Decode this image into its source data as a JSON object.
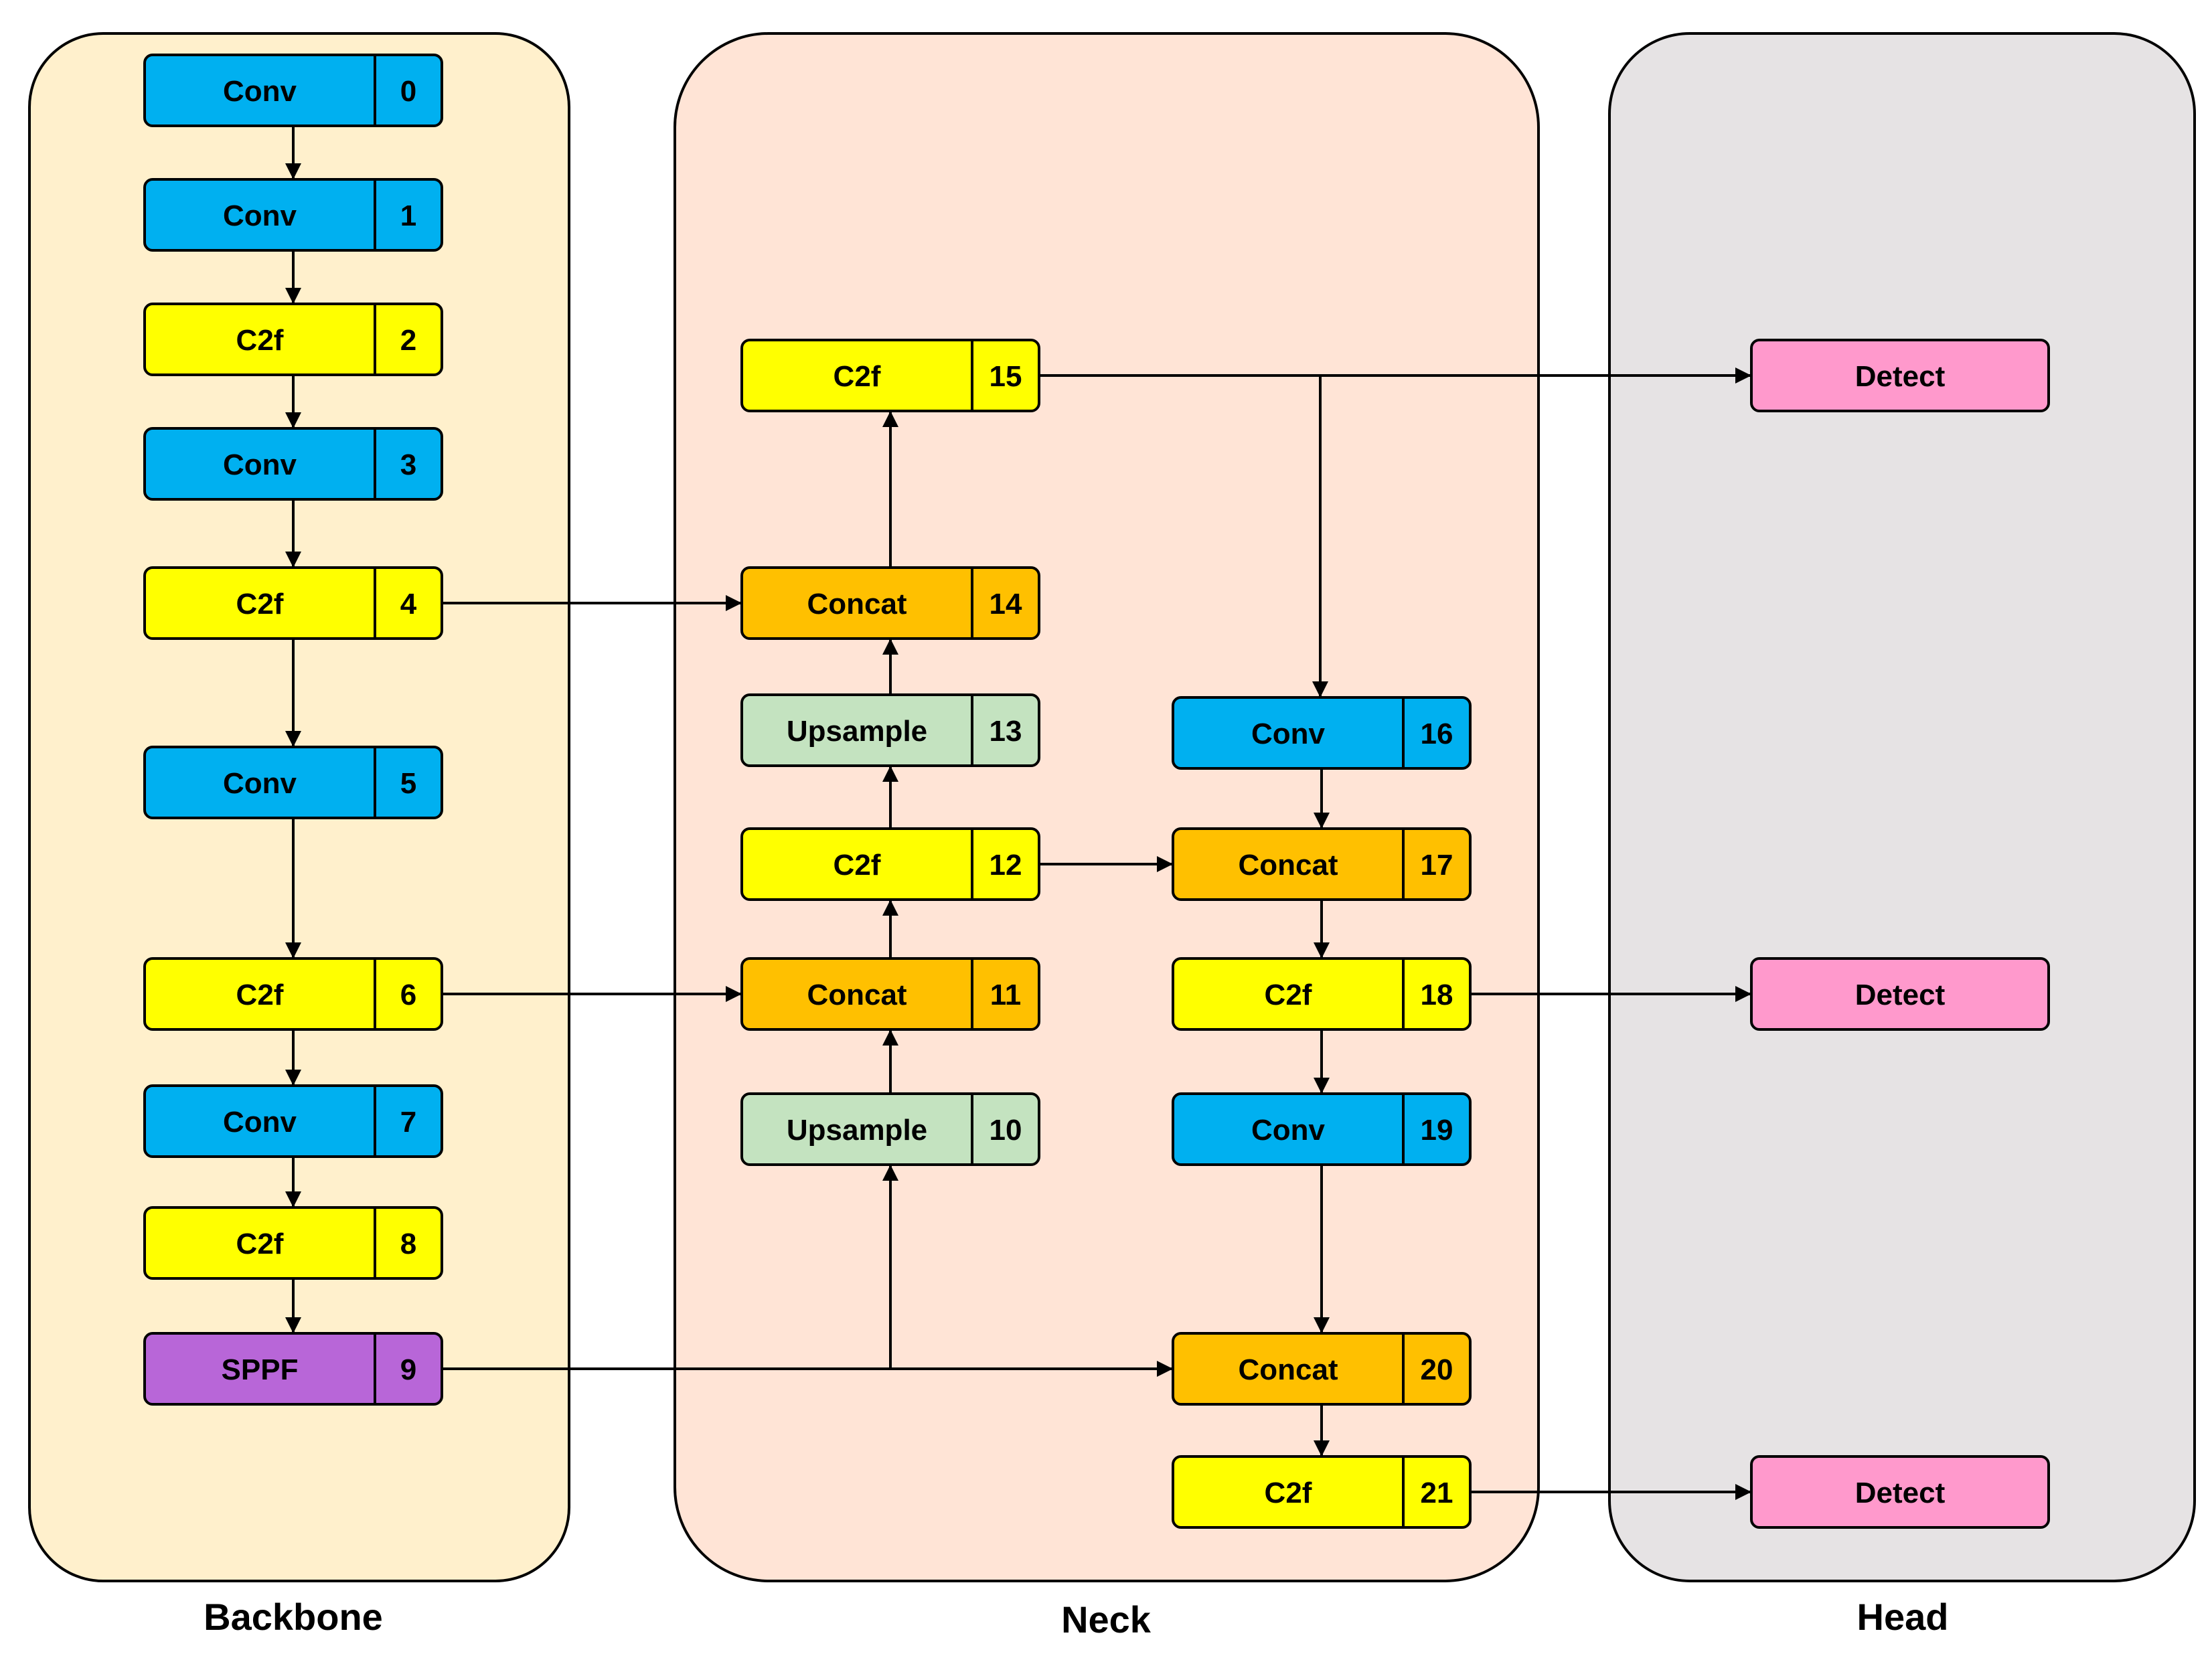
{
  "sections": {
    "backbone": {
      "title": "Backbone",
      "color": "#FFF0CC"
    },
    "neck": {
      "title": "Neck",
      "color": "#FFE4D6"
    },
    "head": {
      "title": "Head",
      "color": "#E6E3E4"
    }
  },
  "type_colors": {
    "Conv": "#00B0F0",
    "C2f": "#FFFF00",
    "SPPF": "#B866D8",
    "Concat": "#FFC000",
    "Upsample": "#C4E3C0",
    "Detect": "#FF99CC"
  },
  "nodes": [
    {
      "id": "0",
      "label": "Conv",
      "index": "0",
      "type": "Conv"
    },
    {
      "id": "1",
      "label": "Conv",
      "index": "1",
      "type": "Conv"
    },
    {
      "id": "2",
      "label": "C2f",
      "index": "2",
      "type": "C2f"
    },
    {
      "id": "3",
      "label": "Conv",
      "index": "3",
      "type": "Conv"
    },
    {
      "id": "4",
      "label": "C2f",
      "index": "4",
      "type": "C2f"
    },
    {
      "id": "5",
      "label": "Conv",
      "index": "5",
      "type": "Conv"
    },
    {
      "id": "6",
      "label": "C2f",
      "index": "6",
      "type": "C2f"
    },
    {
      "id": "7",
      "label": "Conv",
      "index": "7",
      "type": "Conv"
    },
    {
      "id": "8",
      "label": "C2f",
      "index": "8",
      "type": "C2f"
    },
    {
      "id": "9",
      "label": "SPPF",
      "index": "9",
      "type": "SPPF"
    },
    {
      "id": "10",
      "label": "Upsample",
      "index": "10",
      "type": "Upsample"
    },
    {
      "id": "11",
      "label": "Concat",
      "index": "11",
      "type": "Concat"
    },
    {
      "id": "12",
      "label": "C2f",
      "index": "12",
      "type": "C2f"
    },
    {
      "id": "13",
      "label": "Upsample",
      "index": "13",
      "type": "Upsample"
    },
    {
      "id": "14",
      "label": "Concat",
      "index": "14",
      "type": "Concat"
    },
    {
      "id": "15",
      "label": "C2f",
      "index": "15",
      "type": "C2f"
    },
    {
      "id": "16",
      "label": "Conv",
      "index": "16",
      "type": "Conv"
    },
    {
      "id": "17",
      "label": "Concat",
      "index": "17",
      "type": "Concat"
    },
    {
      "id": "18",
      "label": "C2f",
      "index": "18",
      "type": "C2f"
    },
    {
      "id": "19",
      "label": "Conv",
      "index": "19",
      "type": "Conv"
    },
    {
      "id": "20",
      "label": "Concat",
      "index": "20",
      "type": "Concat"
    },
    {
      "id": "21",
      "label": "C2f",
      "index": "21",
      "type": "C2f"
    },
    {
      "id": "d1",
      "label": "Detect",
      "index": "",
      "type": "Detect"
    },
    {
      "id": "d2",
      "label": "Detect",
      "index": "",
      "type": "Detect"
    },
    {
      "id": "d3",
      "label": "Detect",
      "index": "",
      "type": "Detect"
    }
  ],
  "edges": [
    {
      "from": "0",
      "to": "1"
    },
    {
      "from": "1",
      "to": "2"
    },
    {
      "from": "2",
      "to": "3"
    },
    {
      "from": "3",
      "to": "4"
    },
    {
      "from": "4",
      "to": "5"
    },
    {
      "from": "5",
      "to": "6"
    },
    {
      "from": "6",
      "to": "7"
    },
    {
      "from": "7",
      "to": "8"
    },
    {
      "from": "8",
      "to": "9"
    },
    {
      "from": "9",
      "to": "10"
    },
    {
      "from": "9",
      "to": "20"
    },
    {
      "from": "10",
      "to": "11"
    },
    {
      "from": "6",
      "to": "11"
    },
    {
      "from": "11",
      "to": "12"
    },
    {
      "from": "12",
      "to": "13"
    },
    {
      "from": "12",
      "to": "17"
    },
    {
      "from": "13",
      "to": "14"
    },
    {
      "from": "4",
      "to": "14"
    },
    {
      "from": "14",
      "to": "15"
    },
    {
      "from": "15",
      "to": "d1"
    },
    {
      "from": "15",
      "to": "16"
    },
    {
      "from": "16",
      "to": "17"
    },
    {
      "from": "17",
      "to": "18"
    },
    {
      "from": "18",
      "to": "d2"
    },
    {
      "from": "18",
      "to": "19"
    },
    {
      "from": "19",
      "to": "20"
    },
    {
      "from": "20",
      "to": "21"
    },
    {
      "from": "21",
      "to": "d3"
    }
  ]
}
